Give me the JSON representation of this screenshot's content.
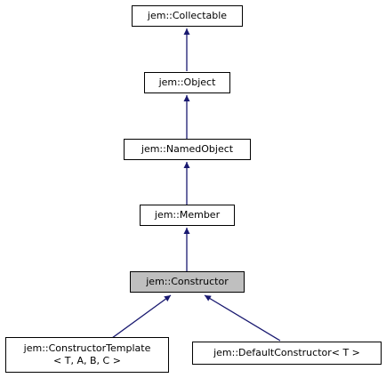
{
  "diagram": {
    "nodes": {
      "collectable": {
        "label": "jem::Collectable"
      },
      "object": {
        "label": "jem::Object"
      },
      "named_object": {
        "label": "jem::NamedObject"
      },
      "member": {
        "label": "jem::Member"
      },
      "constructor": {
        "label": "jem::Constructor"
      },
      "constructor_template": {
        "line1": "jem::ConstructorTemplate",
        "line2": "< T, A, B, C >"
      },
      "default_constructor": {
        "label": "jem::DefaultConstructor< T >"
      }
    },
    "edges": [
      {
        "from": "object",
        "to": "collectable"
      },
      {
        "from": "named_object",
        "to": "object"
      },
      {
        "from": "member",
        "to": "named_object"
      },
      {
        "from": "constructor",
        "to": "member"
      },
      {
        "from": "constructor_template",
        "to": "constructor"
      },
      {
        "from": "default_constructor",
        "to": "constructor"
      }
    ],
    "colors": {
      "edge": "#191970",
      "current_fill": "#bfbfbf",
      "node_border": "#000000"
    }
  }
}
